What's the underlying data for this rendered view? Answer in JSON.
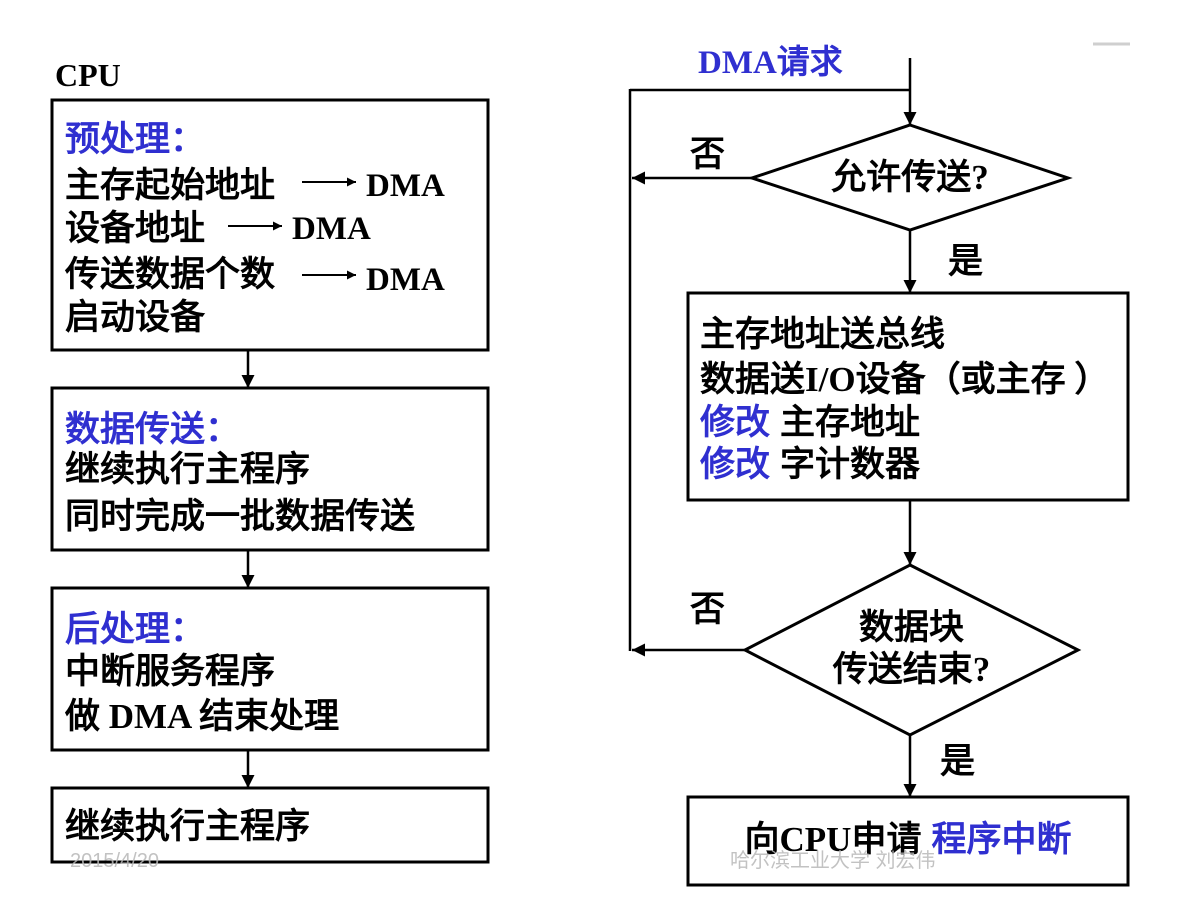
{
  "cpu_label": "CPU",
  "left_boxes": {
    "preprocess": {
      "title": "预处理：",
      "lines": [
        {
          "text": "主存起始地址",
          "target": "DMA"
        },
        {
          "text": "设备地址",
          "target": "DMA"
        },
        {
          "text": "传送数据个数",
          "target": "DMA"
        },
        {
          "text": "启动设备"
        }
      ]
    },
    "transfer": {
      "title": "数据传送：",
      "lines": [
        "继续执行主程序",
        "同时完成一批数据传送"
      ]
    },
    "postprocess": {
      "title": "后处理：",
      "lines": [
        "中断服务程序",
        "做 DMA 结束处理"
      ]
    },
    "resume": {
      "lines": [
        "继续执行主程序"
      ]
    }
  },
  "right_flow": {
    "start": "DMA请求",
    "decision_allow": {
      "text": "允许传送?",
      "no": "否",
      "yes": "是"
    },
    "process": {
      "lines": [
        {
          "text": "主存地址送总线"
        },
        {
          "text": "数据送I/O设备（或主存 ）"
        },
        {
          "action": "修改",
          "text": "主存地址"
        },
        {
          "action": "修改",
          "text": "字计数器"
        }
      ]
    },
    "decision_done": {
      "lines": [
        "数据块",
        "传送结束?"
      ],
      "no": "否",
      "yes": "是"
    },
    "end": {
      "text": "向CPU申请",
      "highlight": "程序中断"
    }
  },
  "footer": {
    "date": "2015/4/20",
    "watermark": "哈尔滨工业大学 刘宏伟"
  },
  "colors": {
    "highlight": "#2f2fd0",
    "ink": "#000000",
    "faint": "#b8b8b8"
  }
}
